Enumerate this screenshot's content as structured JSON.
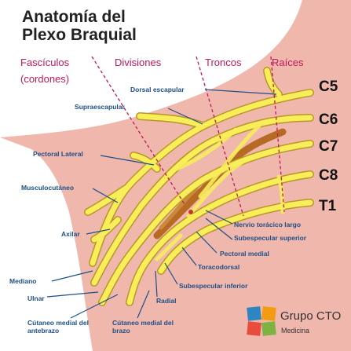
{
  "title": {
    "line1": "Anatomía del",
    "line2": "Plexo Braquial"
  },
  "headers": {
    "fasciculos": "Fascículos",
    "cordones": "(cordones)",
    "divisiones": "Divisiones",
    "troncos": "Troncos",
    "raices": "Raíces"
  },
  "roots": [
    "C5",
    "C6",
    "C7",
    "C8",
    "T1"
  ],
  "labels": {
    "dorsal_escapular": "Dorsal escapular",
    "supraescapular": "Supraescapular",
    "pectoral_lateral": "Pectoral Lateral",
    "musculocutaneo": "Musculocutáneo",
    "axilar": "Axilar",
    "mediano": "Mediano",
    "ulnar": "Ulnar",
    "cutaneo_antebrazo": "Cútaneo medial del antebrazo",
    "cutaneo_brazo": "Cútaneo medial del brazo",
    "radial": "Radial",
    "subespecular_inferior": "Subespecular inferior",
    "toracodorsal": "Toracodorsal",
    "pectoral_medial": "Pectoral medial",
    "subespecular_superior": "Subespecular superior",
    "toracico_largo": "Nervio torácico largo"
  },
  "brand": {
    "name": "Grupo CTO",
    "sub": "Medicina"
  },
  "colors": {
    "skin": "#f0b7ad",
    "nerve": "#f7ee5a",
    "nerve_outline": "#c9a92c",
    "artery": "#c87a2a",
    "label": "#1e4f86",
    "header": "#c2185b",
    "leader": "#1e4f86",
    "dash": "#c2185b"
  }
}
